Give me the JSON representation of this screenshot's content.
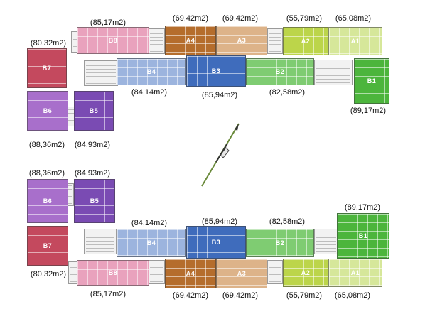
{
  "colors": {
    "B7": "#c4495e",
    "B8": "#e9a2bd",
    "A4": "#b56d2c",
    "A3": "#ddb389",
    "A2": "#bcd54a",
    "A1": "#d6e79a",
    "B4": "#9cb4de",
    "B3": "#3f6cbc",
    "B2": "#7fcc72",
    "B1": "#4cb53c",
    "B6": "#a86fcb",
    "B5": "#7a4bb3",
    "core": "#f2f2f2"
  },
  "compass": {
    "icon": "north-arrow-icon"
  },
  "top_floor": {
    "units": [
      {
        "code": "B8",
        "area": "(85,17m2)"
      },
      {
        "code": "B7",
        "area": "(80,32m2)"
      },
      {
        "code": "A4",
        "area": "(69,42m2)"
      },
      {
        "code": "A3",
        "area": "(69,42m2)"
      },
      {
        "code": "A2",
        "area": "(55,79m2)"
      },
      {
        "code": "A1",
        "area": "(65,08m2)"
      },
      {
        "code": "B4",
        "area": "(84,14m2)"
      },
      {
        "code": "B3",
        "area": "(85,94m2)"
      },
      {
        "code": "B2",
        "area": "(82,58m2)"
      },
      {
        "code": "B1",
        "area": "(89,17m2)"
      },
      {
        "code": "B6",
        "area": "(88,36m2)"
      },
      {
        "code": "B5",
        "area": "(84,93m2)"
      }
    ]
  },
  "bottom_floor": {
    "units": [
      {
        "code": "B6",
        "area": "(88,36m2)"
      },
      {
        "code": "B5",
        "area": "(84,93m2)"
      },
      {
        "code": "B1",
        "area": "(89,17m2)"
      },
      {
        "code": "B7",
        "area": "(80,32m2)"
      },
      {
        "code": "B4",
        "area": "(84,14m2)"
      },
      {
        "code": "B3",
        "area": "(85,94m2)"
      },
      {
        "code": "B2",
        "area": "(82,58m2)"
      },
      {
        "code": "B8",
        "area": "(85,17m2)"
      },
      {
        "code": "A4",
        "area": "(69,42m2)"
      },
      {
        "code": "A3",
        "area": "(69,42m2)"
      },
      {
        "code": "A2",
        "area": "(55,79m2)"
      },
      {
        "code": "A1",
        "area": "(65,08m2)"
      }
    ]
  }
}
